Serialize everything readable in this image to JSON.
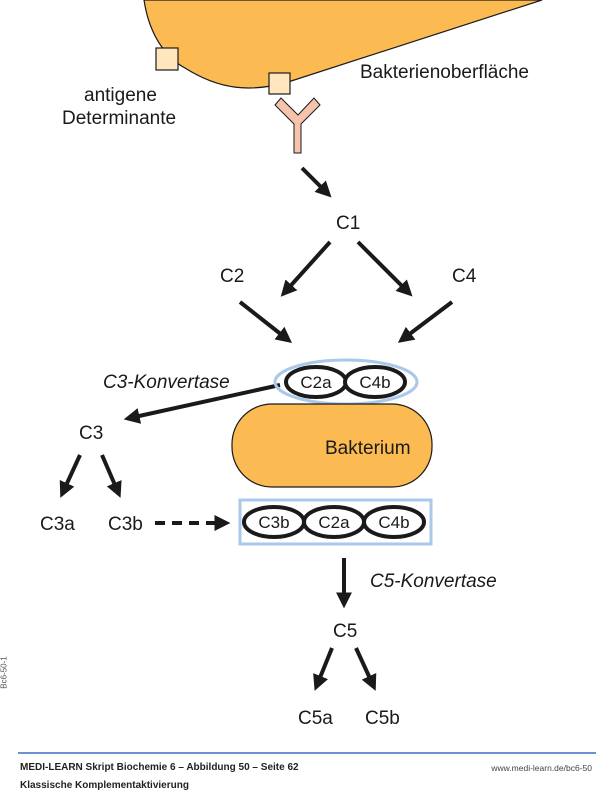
{
  "labels": {
    "antigene": "antigene",
    "determinante": "Determinante",
    "surface": "Bakterienoberfläche",
    "c1": "C1",
    "c2": "C2",
    "c4": "C4",
    "c3_convertase": "C3-Konvertase",
    "c3": "C3",
    "c3a": "C3a",
    "c3b": "C3b",
    "bacterium": "Bakterium",
    "c5_convertase": "C5-Konvertase",
    "c5": "C5",
    "c5a": "C5a",
    "c5b": "C5b"
  },
  "c3_convertase_complex": [
    "C2a",
    "C4b"
  ],
  "c5_convertase_complex": [
    "C3b",
    "C2a",
    "C4b"
  ],
  "footer": {
    "line1": "MEDI-LEARN Skript Biochemie 6 – Abbildung 50 – Seite 62",
    "line2": "Klassische Komplementaktivierung",
    "url": "www.medi-learn.de/bc6-50",
    "figure_id": "Bc6-50-1"
  },
  "colors": {
    "bacterium": "#FBBB52",
    "antigen": "#FFE6BE",
    "antibody": "#F6C4AD",
    "complex_outline": "#A9C8EA",
    "footer_rule": "#3A6FC0"
  }
}
